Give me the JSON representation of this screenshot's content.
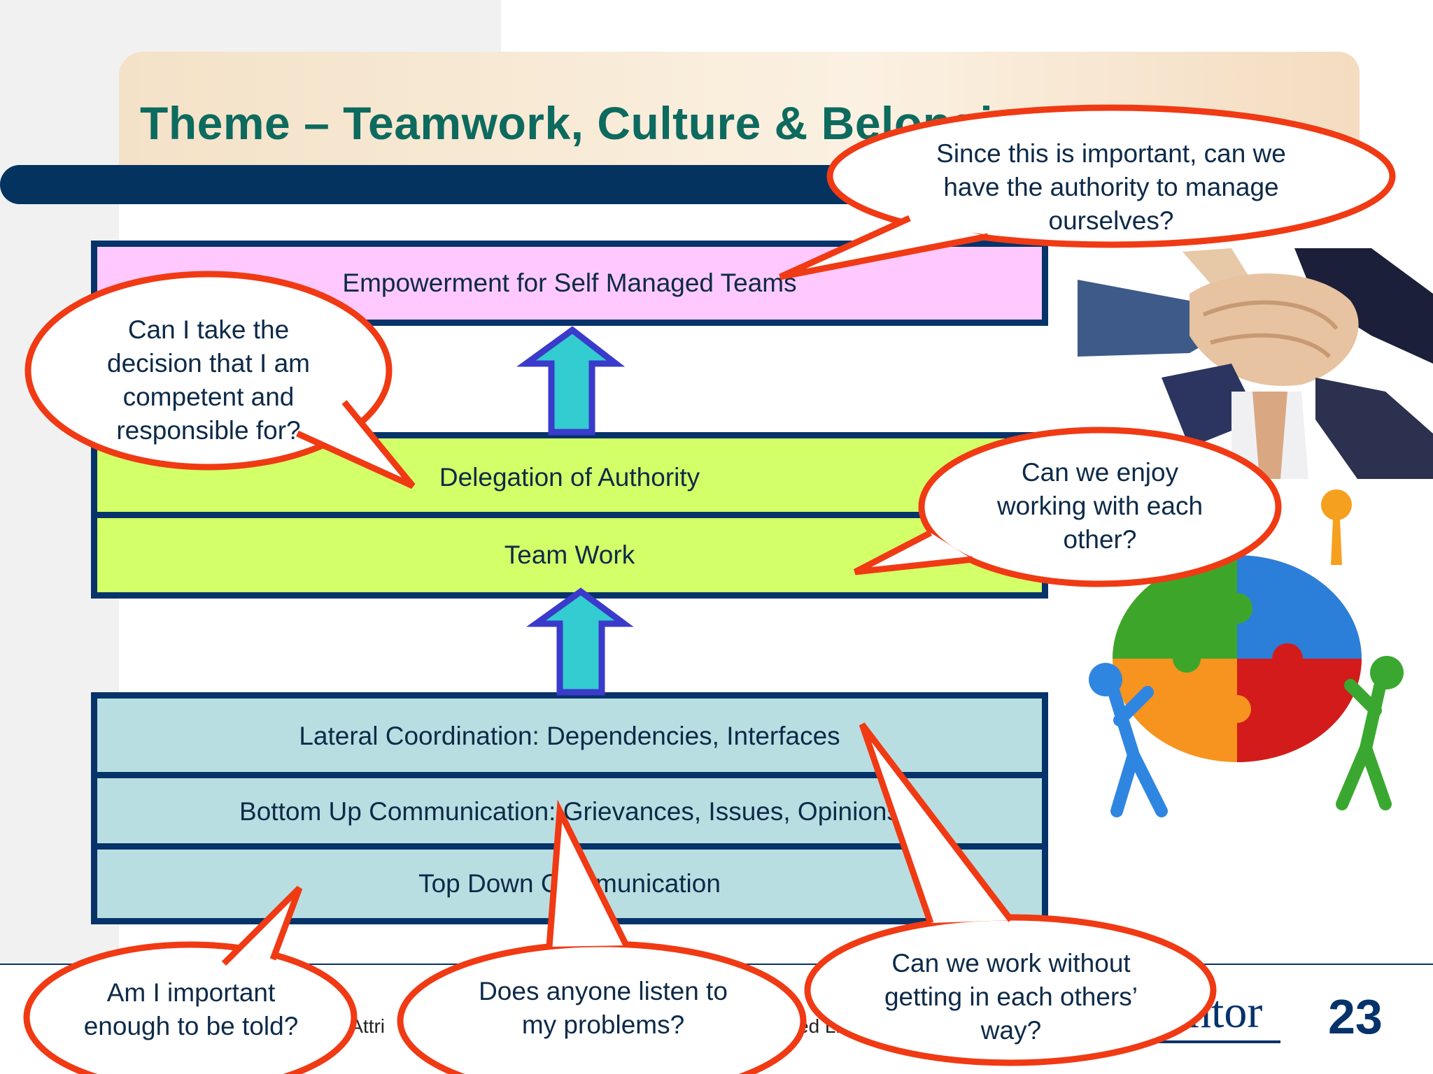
{
  "slide": {
    "title": "Theme – Teamwork, Culture & Belonging",
    "page_number": "23",
    "logo_text": "Mentor",
    "footer_fragments": [
      "s Attri",
      "ed Lic"
    ]
  },
  "diagram": {
    "boxes": [
      {
        "id": "empowerment",
        "label": "Empowerment for Self Managed Teams"
      },
      {
        "id": "delegation",
        "label": "Delegation of Authority"
      },
      {
        "id": "teamwork",
        "label": "Team Work"
      },
      {
        "id": "lateral",
        "label": "Lateral Coordination: Dependencies, Interfaces"
      },
      {
        "id": "bottomup",
        "label": "Bottom Up Communication: Grievances, Issues, Opinions"
      },
      {
        "id": "topdown",
        "label": "Top Down Communication"
      }
    ]
  },
  "callouts": {
    "authority": "Since this is important, can we have the authority to manage ourselves?",
    "decision": "Can I take the decision that I am competent and responsible for?",
    "enjoy": "Can we enjoy working with each other?",
    "important": "Am I important enough to be told?",
    "listen": "Does anyone listen to my problems?",
    "way": "Can we work without getting in each others’ way?"
  },
  "images": [
    {
      "icon": "stacked-hands-photo"
    },
    {
      "icon": "puzzle-teamwork-figures"
    }
  ],
  "colors": {
    "title": "#0d6a5e",
    "navy": "#06336a",
    "pink": "#ffc9ff",
    "lime": "#d3ff69",
    "lightblue": "#b9dee1",
    "callout_border": "#f03a14",
    "arrow_fill": "#33ccd0",
    "arrow_border": "#3a3acb"
  }
}
